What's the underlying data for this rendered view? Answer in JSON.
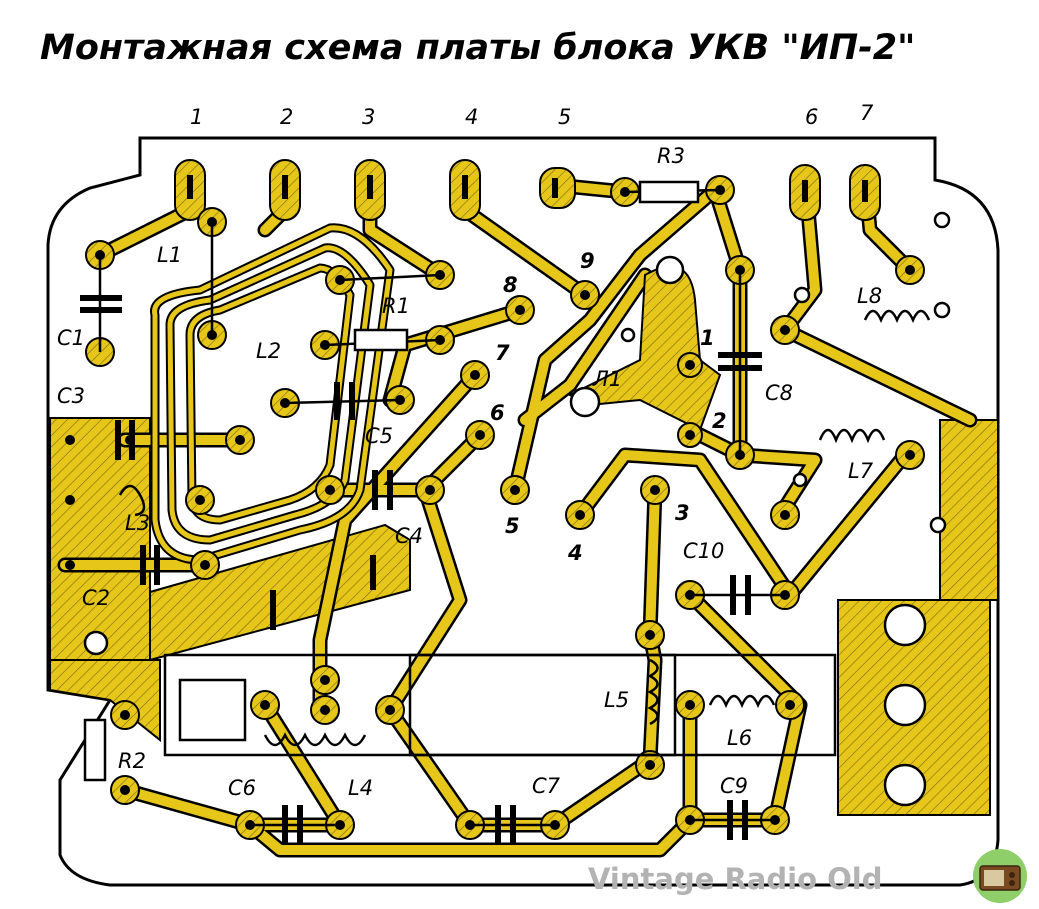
{
  "title": "Монтажная схема платы блока УКВ \"ИП-2\"",
  "pins_top": [
    "1",
    "2",
    "3",
    "4",
    "5",
    "6",
    "7"
  ],
  "components": {
    "R1": "R1",
    "R2": "R2",
    "R3": "R3",
    "C1": "C1",
    "C2": "C2",
    "C3": "C3",
    "C4": "C4",
    "C5": "C5",
    "C6": "C6",
    "C7": "C7",
    "C8": "C8",
    "C9": "C9",
    "C10": "C10",
    "L1": "L1",
    "L2": "L2",
    "L3": "L3",
    "L4": "L4",
    "L5": "L5",
    "L6": "L6",
    "L7": "L7",
    "L8": "L8",
    "L_tube": "Л1"
  },
  "tube_pins": [
    "1",
    "2",
    "3",
    "4",
    "5",
    "6",
    "7",
    "8",
    "9"
  ],
  "watermark": "Vintage Radio Old",
  "colors": {
    "copper": "#e6c619",
    "outline": "#000000",
    "board": "#ffffff"
  }
}
